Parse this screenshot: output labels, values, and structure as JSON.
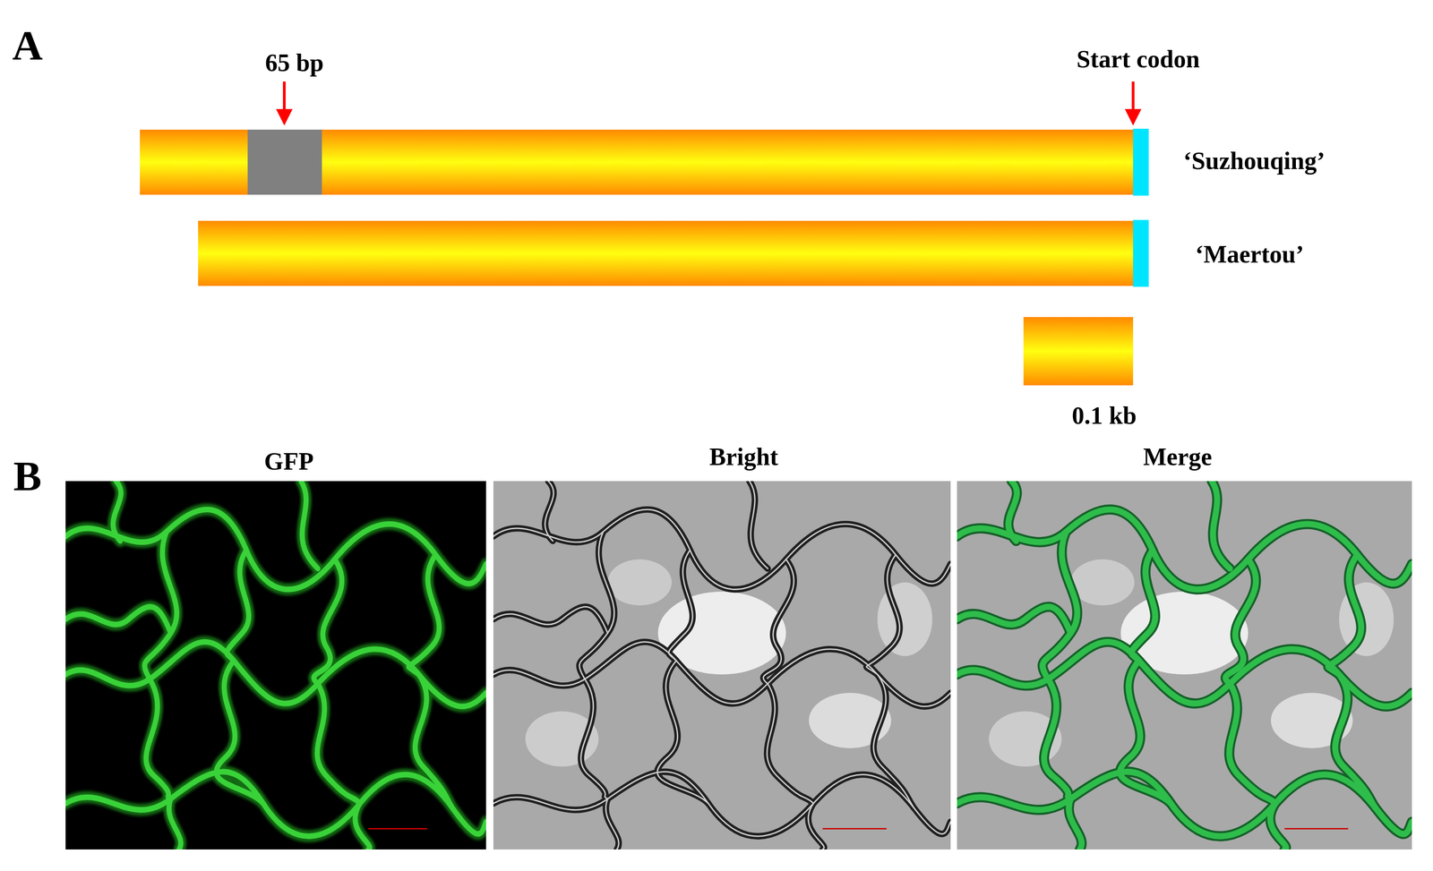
{
  "diagram": {
    "labels": [
      "A",
      "65 bp",
      "Start codon",
      "‘Suzhouqing’",
      "‘Maertou’",
      "0.1 kb",
      "B",
      "GFP",
      "Bright",
      "Merge"
    ]
  }
}
